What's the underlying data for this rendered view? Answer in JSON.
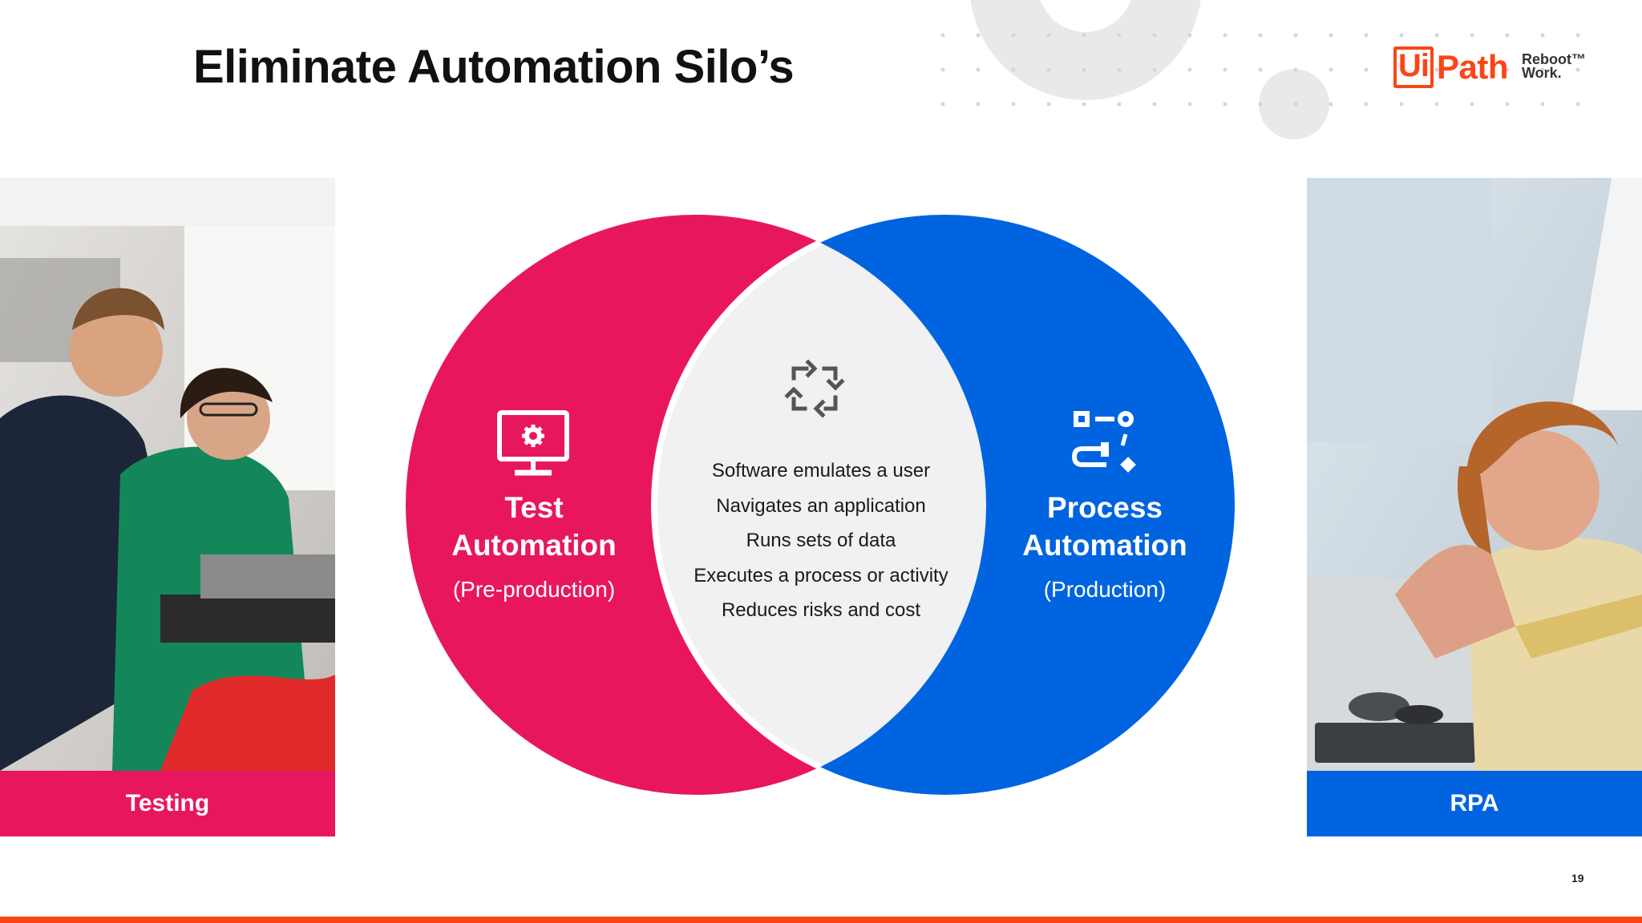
{
  "slide": {
    "title": "Eliminate Automation Silo’s",
    "page_number": "19"
  },
  "logo": {
    "ui": "Ui",
    "path": "Path",
    "tagline": "Reboot™\nWork."
  },
  "left_panel": {
    "caption": "Testing",
    "color": "#e8175d"
  },
  "right_panel": {
    "caption": "RPA",
    "color": "#0064e0"
  },
  "venn": {
    "left": {
      "title_line1": "Test",
      "title_line2": "Automation",
      "subtitle": "(Pre-production)",
      "icon": "monitor-gear-icon",
      "color": "#e8175d"
    },
    "right": {
      "title_line1": "Process",
      "title_line2": "Automation",
      "subtitle": "(Production)",
      "icon": "workflow-icon",
      "color": "#0064e0"
    },
    "overlap": {
      "icon": "cycle-arrows-icon",
      "items": [
        "Software emulates a user",
        "Navigates an application",
        "Runs sets of data",
        "Executes a process or activity",
        "Reduces risks and cost"
      ]
    }
  },
  "colors": {
    "accent": "#fa4616",
    "pink": "#e8175d",
    "blue": "#0064e0",
    "overlap": "#f1f0f2"
  }
}
